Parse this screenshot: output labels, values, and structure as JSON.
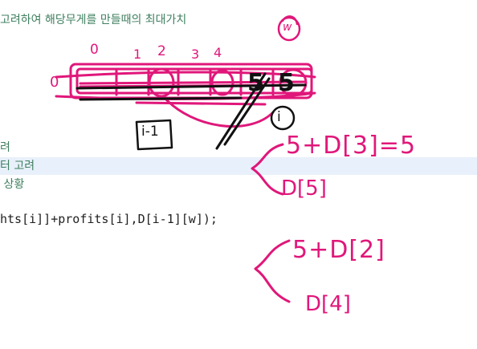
{
  "editor": {
    "lines": [
      {
        "text": "고려하여 해당무게를 만들때의 최대가치",
        "kind": "comment"
      },
      {
        "text": "려",
        "kind": "comment"
      },
      {
        "text": "터 고려",
        "kind": "comment"
      },
      {
        "text": " 상황",
        "kind": "comment"
      },
      {
        "text": "hts[i]]+profits[i],D[i-1][w]);",
        "kind": "code"
      }
    ]
  },
  "colors": {
    "ink_pink": "#e0177a",
    "ink_black": "#111111",
    "comment": "#3f7f5f",
    "current_line": "#e8f0fb"
  },
  "annotations": {
    "array_indices": [
      "0",
      "1",
      "2",
      "3",
      "4"
    ],
    "row_label": "0",
    "value_left": "5",
    "value_right": "5",
    "box_label": "i-1",
    "circle_label": "i",
    "top_circle_label": "w",
    "option_a_1": "5+D[3]=5",
    "option_a_2": "D[5]",
    "option_b_1": "5+D[2]",
    "option_b_2": "D[4]"
  }
}
